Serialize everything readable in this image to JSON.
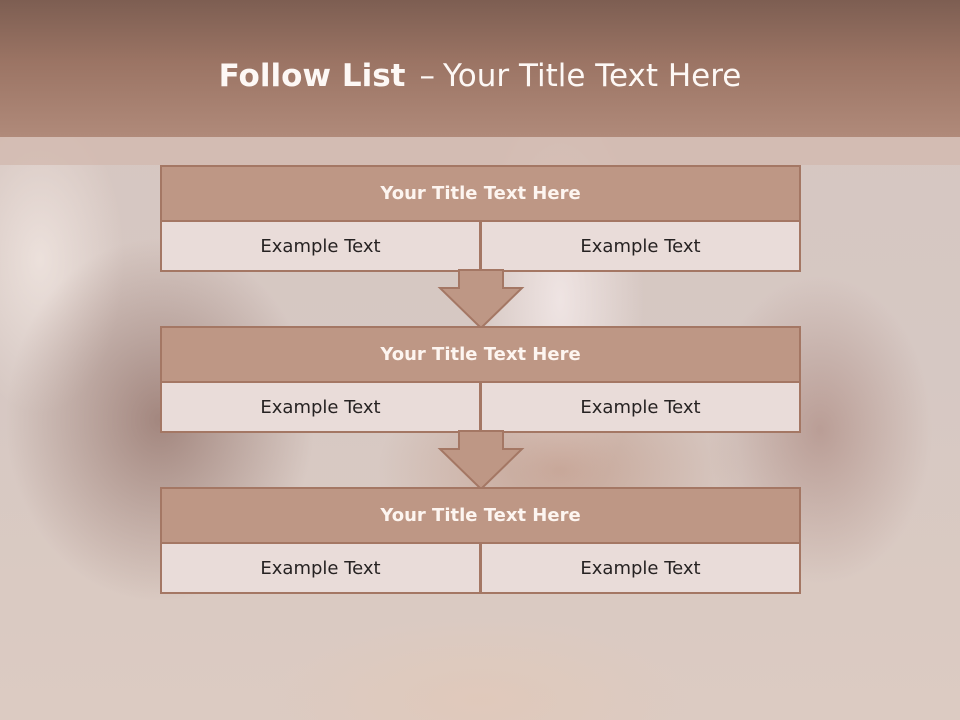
{
  "slide": {
    "title_bold": "Follow List",
    "title_sep": "–",
    "title_rest": "Your Title Text Here"
  },
  "steps": [
    {
      "title": "Your Title Text Here",
      "left": "Example Text",
      "right": "Example Text"
    },
    {
      "title": "Your Title Text Here",
      "left": "Example Text",
      "right": "Example Text"
    },
    {
      "title": "Your Title Text Here",
      "left": "Example Text",
      "right": "Example Text"
    }
  ],
  "colors": {
    "header_band": "#9b7464",
    "box_title_fill": "#be9785",
    "box_cell_fill": "#e9dcd9",
    "border": "#a47764",
    "arrow_fill": "#be9785"
  }
}
